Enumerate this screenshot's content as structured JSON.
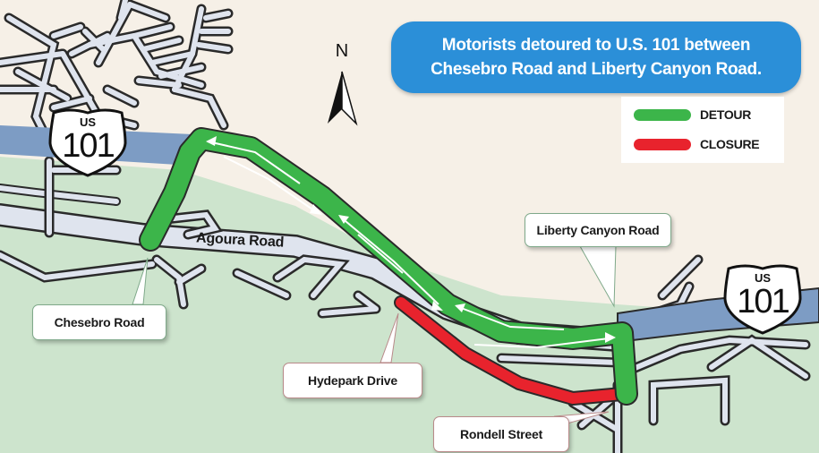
{
  "banner": {
    "line1": "Motorists detoured to U.S. 101 between",
    "line2": "Chesebro Road and Liberty Canyon Road."
  },
  "legend": {
    "items": [
      {
        "label": "DETOUR",
        "color": "#3cb54a"
      },
      {
        "label": "CLOSURE",
        "color": "#e8232d"
      }
    ]
  },
  "compass": {
    "label": "N"
  },
  "highway_shields": [
    {
      "prefix": "US",
      "number": "101"
    },
    {
      "prefix": "US",
      "number": "101"
    }
  ],
  "road_labels": {
    "agoura": "Agoura Road"
  },
  "callouts": {
    "chesebro": "Chesebro Road",
    "liberty_canyon": "Liberty Canyon Road",
    "hydepark": "Hydepark Drive",
    "rondell": "Rondell Street"
  },
  "colors": {
    "land": "#f6f0e7",
    "park": "#cde4cd",
    "freeway": "#7d9cc4",
    "street": "#dfe4ee",
    "detour": "#3cb54a",
    "closure": "#e8232d",
    "banner": "#2b8fd8"
  }
}
